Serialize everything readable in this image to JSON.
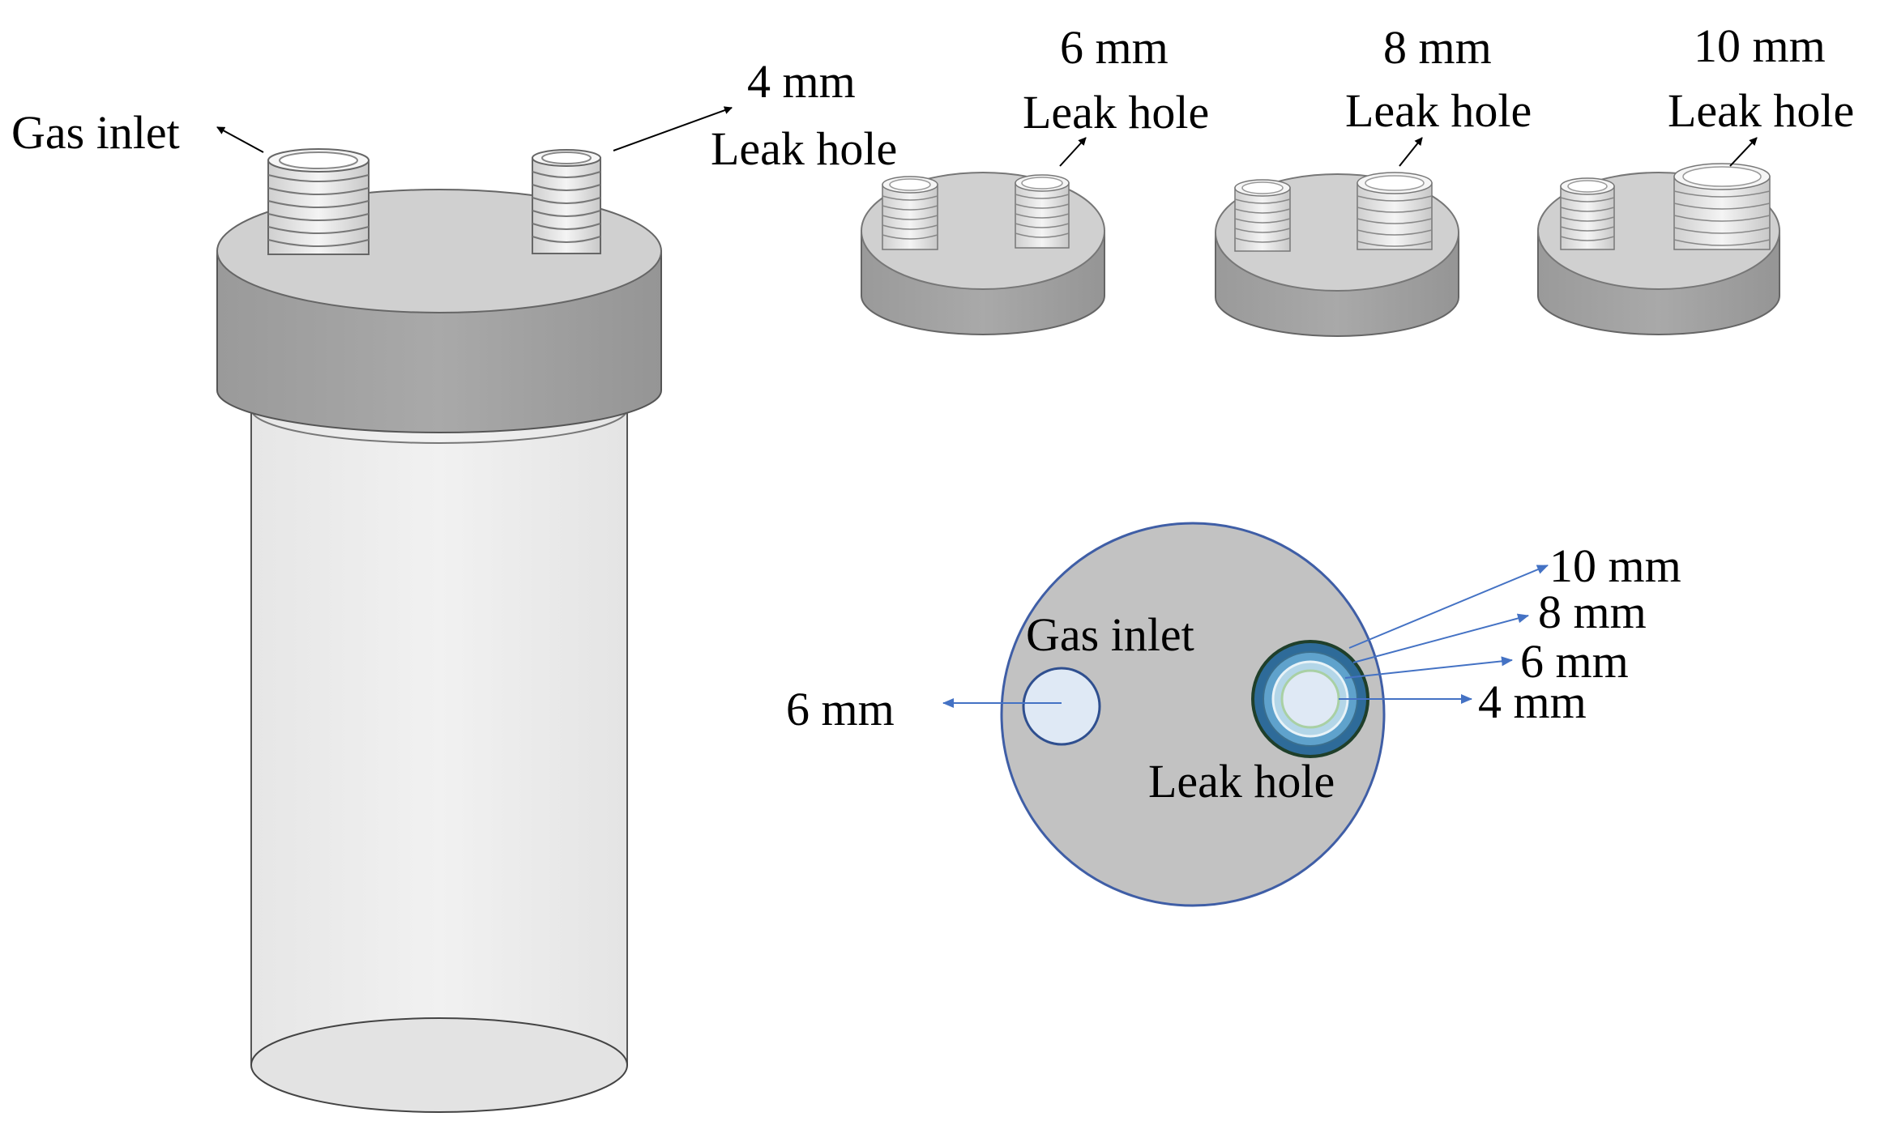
{
  "colors": {
    "cap_top": "#d2d2d2",
    "cap_side": "#a4a4a4",
    "cylinder_fill": "#ececec",
    "topview_disk": "#c2c2c2",
    "topview_outline": "#3f5ea6",
    "hole_fill": "#dfe9f5",
    "ring_10mm": "#2e6b99",
    "ring_8mm": "#5fa2cc",
    "ring_6mm": "#b3d6e8",
    "ring_4mm": "#c5e0c0",
    "blue_arrow": "#4472c4",
    "black_arrow": "#000000"
  },
  "main_assembly": {
    "gas_inlet_label": "Gas inlet",
    "leak_size_label": "4 mm",
    "leak_hole_label": "Leak hole"
  },
  "caps": [
    {
      "size_label": "6 mm",
      "leak_hole_label": "Leak hole"
    },
    {
      "size_label": "8 mm",
      "leak_hole_label": "Leak hole"
    },
    {
      "size_label": "10 mm",
      "leak_hole_label": "Leak hole"
    }
  ],
  "top_view": {
    "gas_inlet_label": "Gas inlet",
    "gas_inlet_size_label": "6 mm",
    "leak_hole_label": "Leak hole",
    "ring_labels": [
      "10 mm",
      "8 mm",
      "6 mm",
      "4 mm"
    ]
  }
}
